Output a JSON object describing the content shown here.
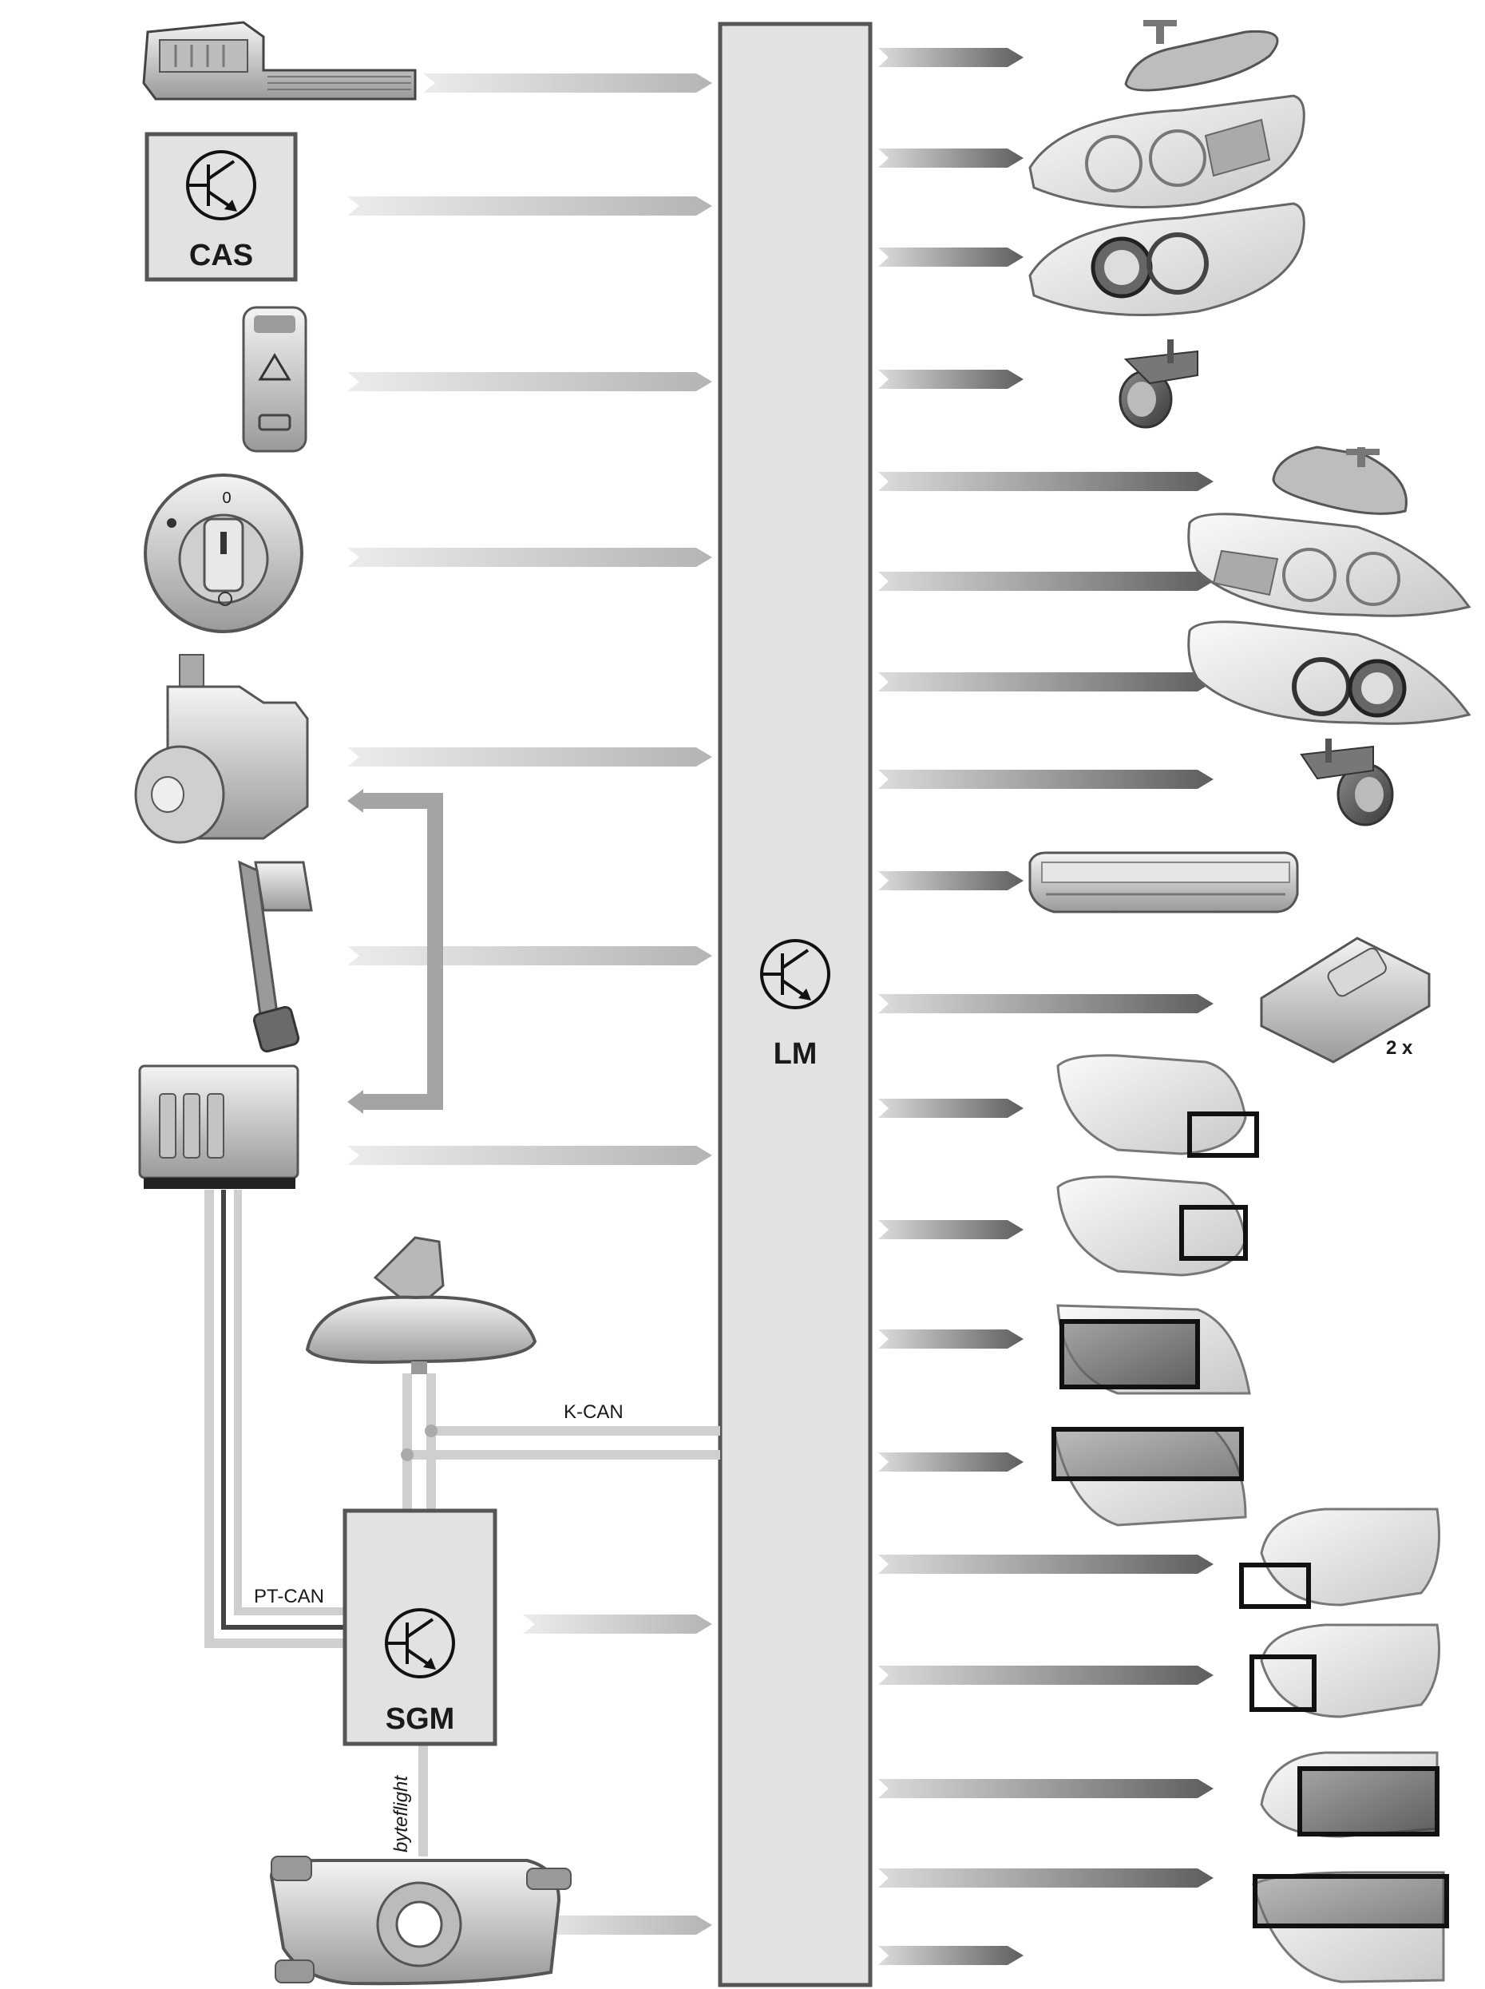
{
  "labels": {
    "cas": "CAS",
    "lm": "LM",
    "sgm": "SGM",
    "k_can": "K-CAN",
    "pt_can": "PT-CAN",
    "byteflight": "byteflight",
    "multiplier": "2 x"
  },
  "colors": {
    "module_fill": "#e2e2e2",
    "module_stroke": "#555555",
    "arrow_light": "#d0d0d0",
    "arrow_dark": "#6e6e6e",
    "bus_light": "#cfcfcf",
    "bus_dark": "#444444",
    "highlight_box": "#111111"
  },
  "icons": {
    "transistor": "transistor-symbol-icon"
  }
}
